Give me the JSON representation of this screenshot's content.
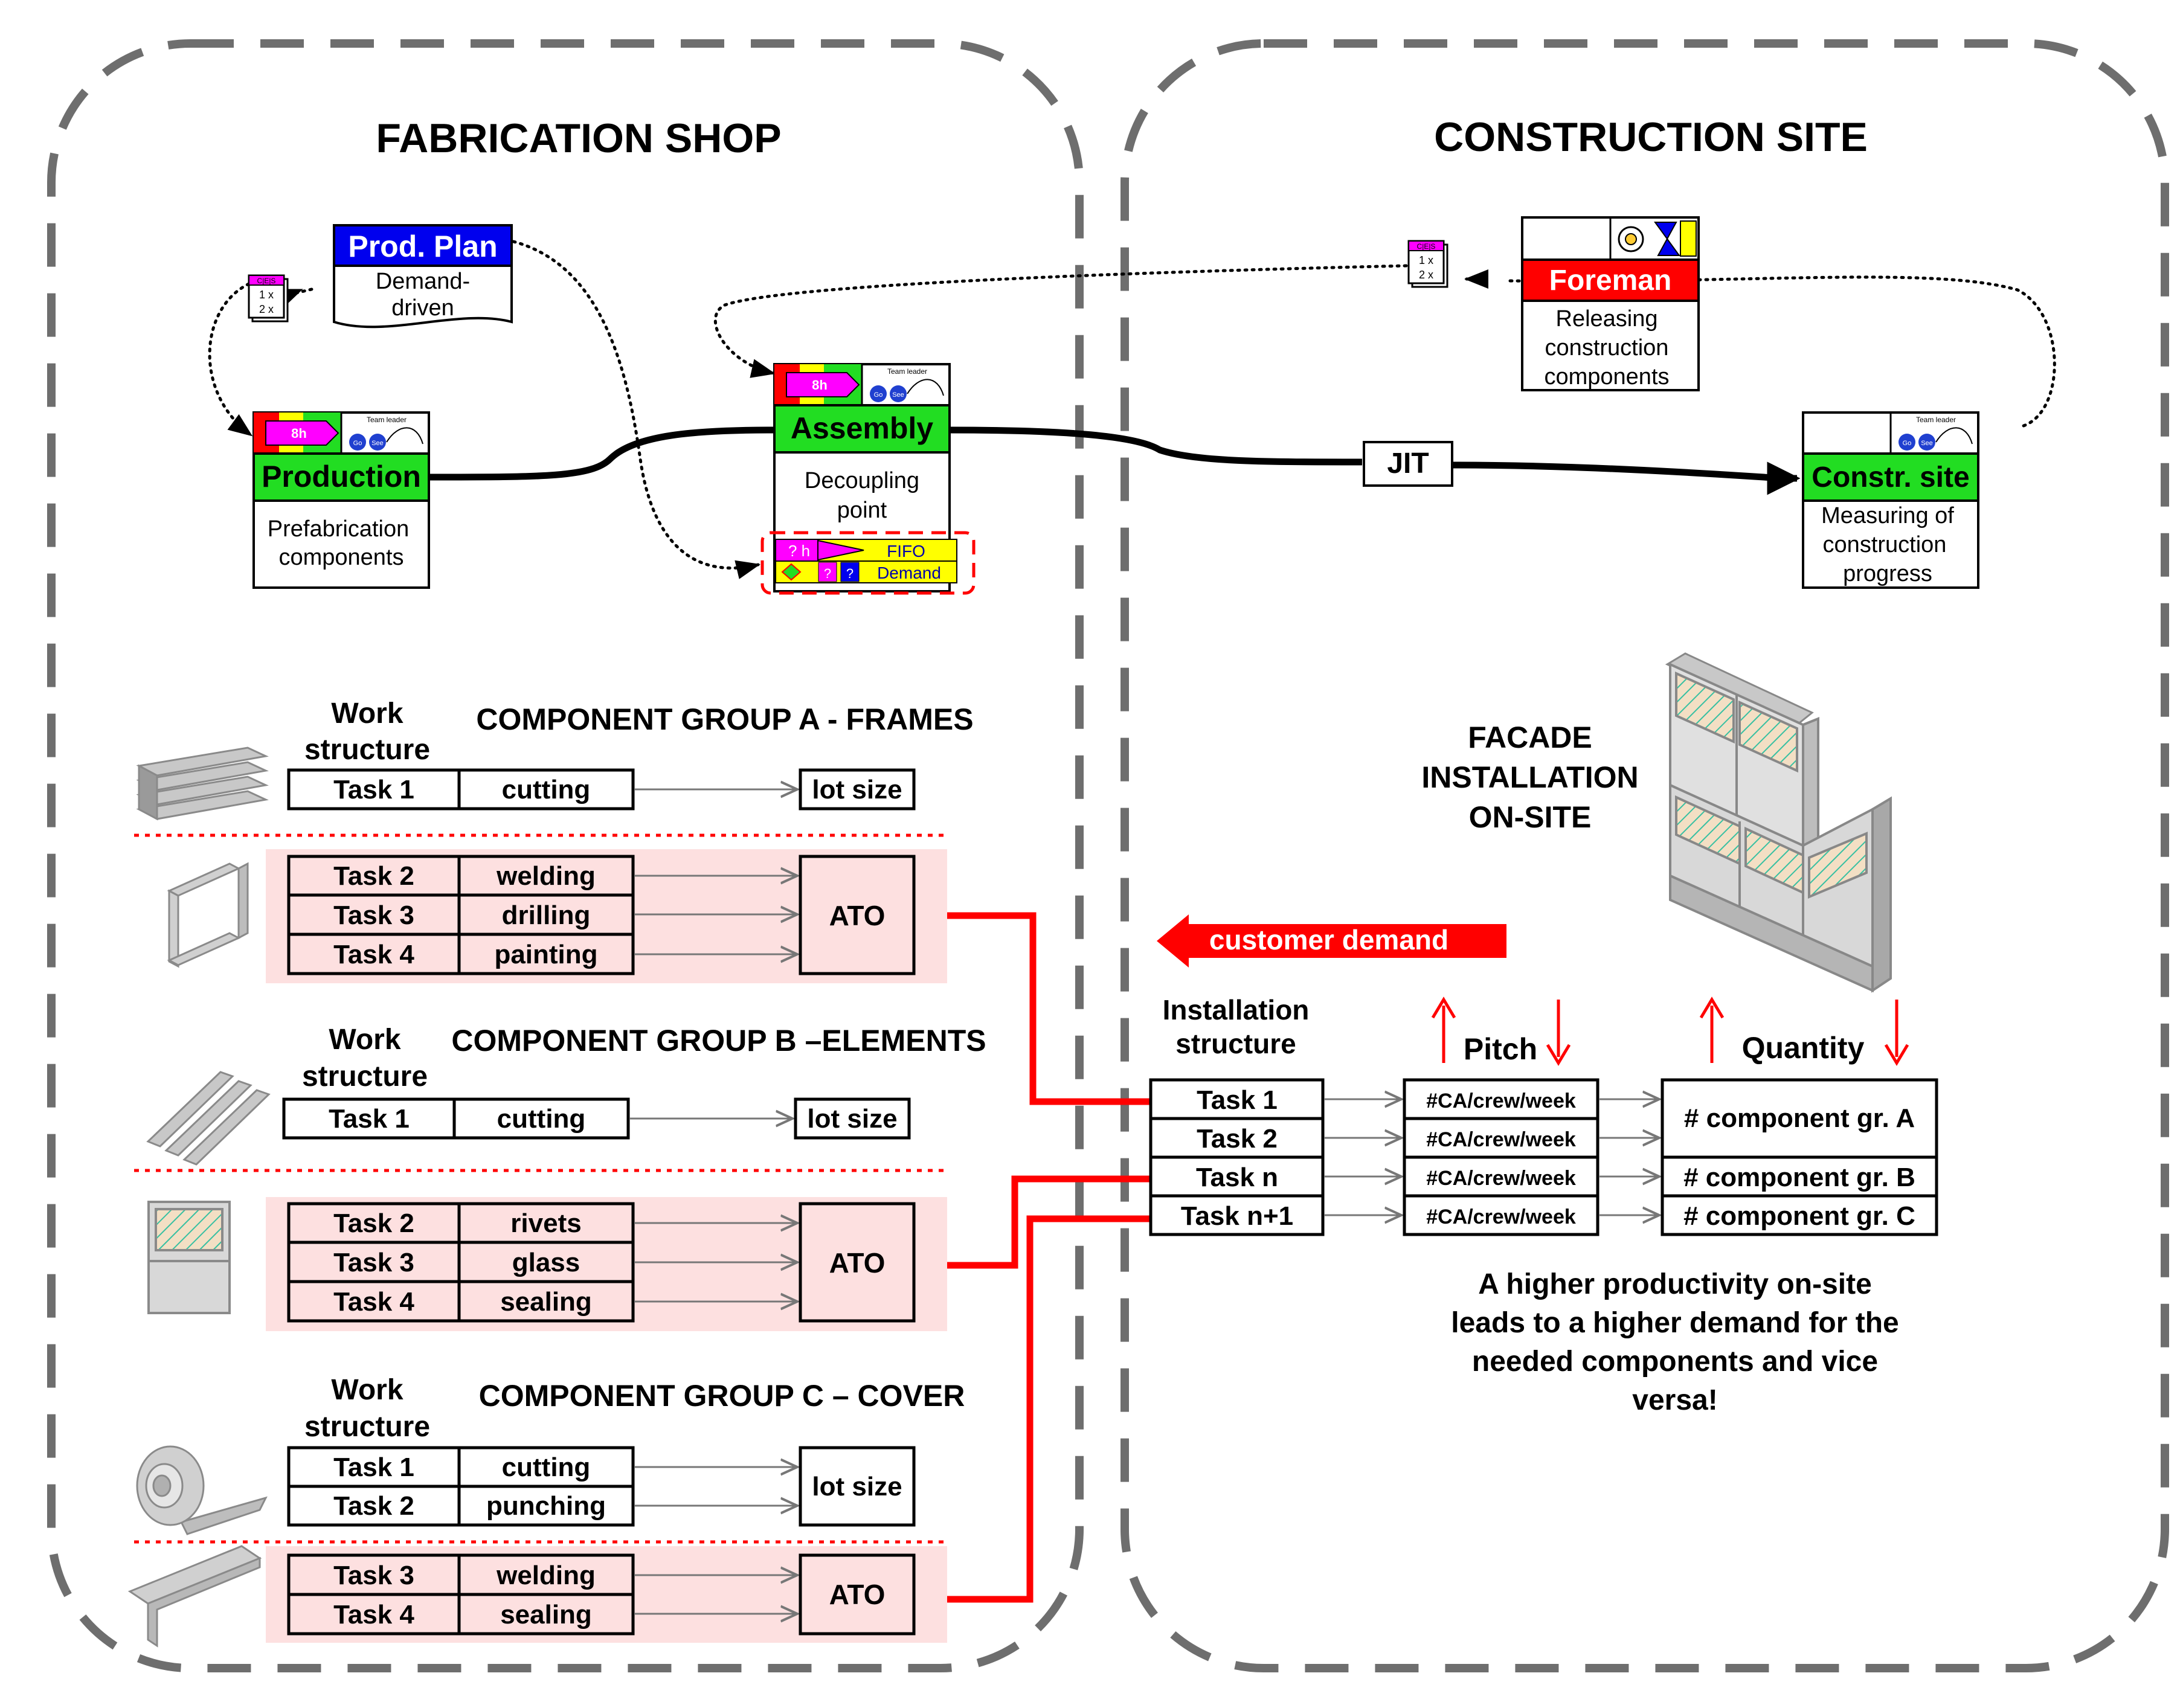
{
  "fabrication": {
    "title": "FABRICATION  SHOP",
    "prod_plan": {
      "title": "Prod. Plan",
      "line1": "Demand-",
      "line2": "driven"
    },
    "kanban": {
      "tag": "C|E|S",
      "row1": "1 x",
      "row2": "2 x"
    },
    "production": {
      "title": "Production",
      "duration": "8h",
      "team": "Team leader",
      "go": "Go",
      "see": "See",
      "line1": "Prefabrication",
      "line2": "components"
    },
    "assembly": {
      "title": "Assembly",
      "duration": "8h",
      "team": "Team leader",
      "go": "Go",
      "see": "See",
      "line1": "Decoupling",
      "line2": "point"
    },
    "buffer": {
      "qh": "? h",
      "fifo": "FIFO",
      "q1": "?",
      "q2": "?",
      "demand": "Demand"
    }
  },
  "site": {
    "title": "CONSTRUCTION SITE",
    "foreman": {
      "title": "Foreman",
      "line1": "Releasing",
      "line2": "construction",
      "line3": "components"
    },
    "kanban": {
      "tag": "C|E|S",
      "row1": "1 x",
      "row2": "2 x"
    },
    "jit": "JIT",
    "constr": {
      "title": "Constr. site",
      "team": "Team leader",
      "go": "Go",
      "see": "See",
      "line1": "Measuring  of",
      "line2": "construction",
      "line3": "progress"
    },
    "facade": {
      "line1": "FACADE",
      "line2": "INSTALLATION",
      "line3": "ON-SITE"
    },
    "customer_demand": "customer demand",
    "installation": {
      "line1": "Installation",
      "line2": "structure"
    },
    "pitch": "Pitch",
    "quantity": "Quantity",
    "tasks": [
      "Task 1",
      "Task 2",
      "Task n",
      "Task n+1"
    ],
    "rates": [
      "#CA/crew/week",
      "#CA/crew/week",
      "#CA/crew/week",
      "#CA/crew/week"
    ],
    "quantities": [
      "# component gr. A",
      "# component gr. B",
      "# component gr. C"
    ],
    "note": [
      "A higher productivity  on-site",
      "leads to a higher demand for the",
      "needed components and vice",
      "versa!"
    ]
  },
  "groups": {
    "ws_line1": "Work",
    "ws_line2": "structure",
    "a": {
      "title": "COMPONENT GROUP A - FRAMES",
      "row1": {
        "task": "Task 1",
        "op": "cutting",
        "target": "lot size"
      },
      "ato_rows": [
        {
          "task": "Task 2",
          "op": "welding"
        },
        {
          "task": "Task 3",
          "op": "drilling"
        },
        {
          "task": "Task 4",
          "op": "painting"
        }
      ],
      "ato": "ATO"
    },
    "b": {
      "title": "COMPONENT GROUP B –ELEMENTS",
      "row1": {
        "task": "Task 1",
        "op": "cutting",
        "target": "lot size"
      },
      "ato_rows": [
        {
          "task": "Task 2",
          "op": "rivets"
        },
        {
          "task": "Task 3",
          "op": "glass"
        },
        {
          "task": "Task 4",
          "op": "sealing"
        }
      ],
      "ato": "ATO"
    },
    "c": {
      "title": "COMPONENT GROUP C – COVER",
      "rows": [
        {
          "task": "Task 1",
          "op": "cutting"
        },
        {
          "task": "Task 2",
          "op": "punching"
        }
      ],
      "target": "lot size",
      "ato_rows": [
        {
          "task": "Task 3",
          "op": "welding"
        },
        {
          "task": "Task 4",
          "op": "sealing"
        }
      ],
      "ato": "ATO"
    }
  },
  "colors": {
    "green": "#22dd22",
    "red": "#ff0000",
    "blue": "#0000ee",
    "magenta": "#ff00ff",
    "yellow": "#ffff00",
    "pink": "#fde0e0",
    "dash_gray": "#6e6e6e"
  }
}
